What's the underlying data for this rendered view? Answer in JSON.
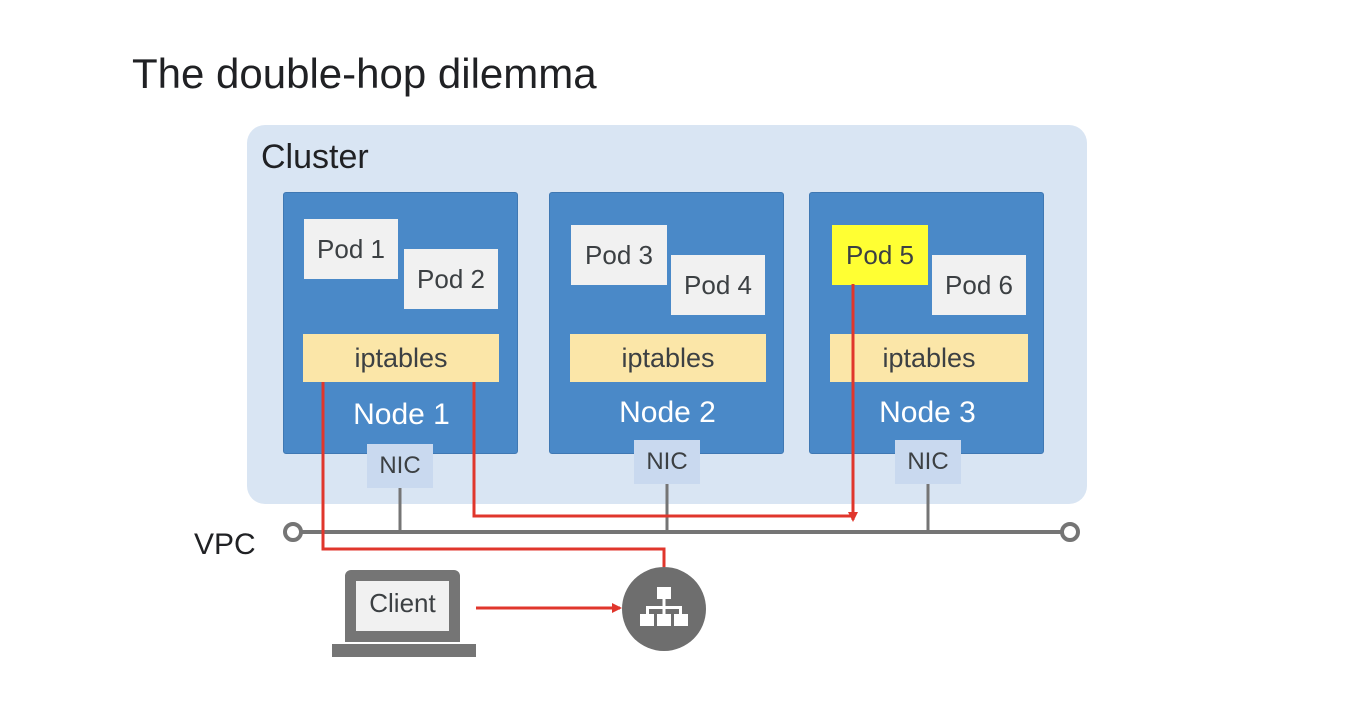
{
  "title": "The double-hop dilemma",
  "cluster": {
    "label": "Cluster"
  },
  "nodes": [
    {
      "label": "Node 1",
      "pods": [
        "Pod 1",
        "Pod 2"
      ],
      "iptables": "iptables",
      "nic": "NIC"
    },
    {
      "label": "Node 2",
      "pods": [
        "Pod 3",
        "Pod 4"
      ],
      "iptables": "iptables",
      "nic": "NIC"
    },
    {
      "label": "Node 3",
      "pods": [
        "Pod 5",
        "Pod 6"
      ],
      "iptables": "iptables",
      "nic": "NIC"
    }
  ],
  "highlighted_pod": "Pod 5",
  "vpc": {
    "label": "VPC"
  },
  "client": {
    "label": "Client"
  },
  "colors": {
    "node": "#4a89c8",
    "cluster": "#d9e5f3",
    "iptables": "#fbe6a8",
    "highlight": "#ffff33",
    "traffic_arrow": "#e0362c",
    "vpc_line": "#757575"
  },
  "icons": {
    "client": "laptop-icon",
    "load_balancer": "load-balancer-icon"
  }
}
